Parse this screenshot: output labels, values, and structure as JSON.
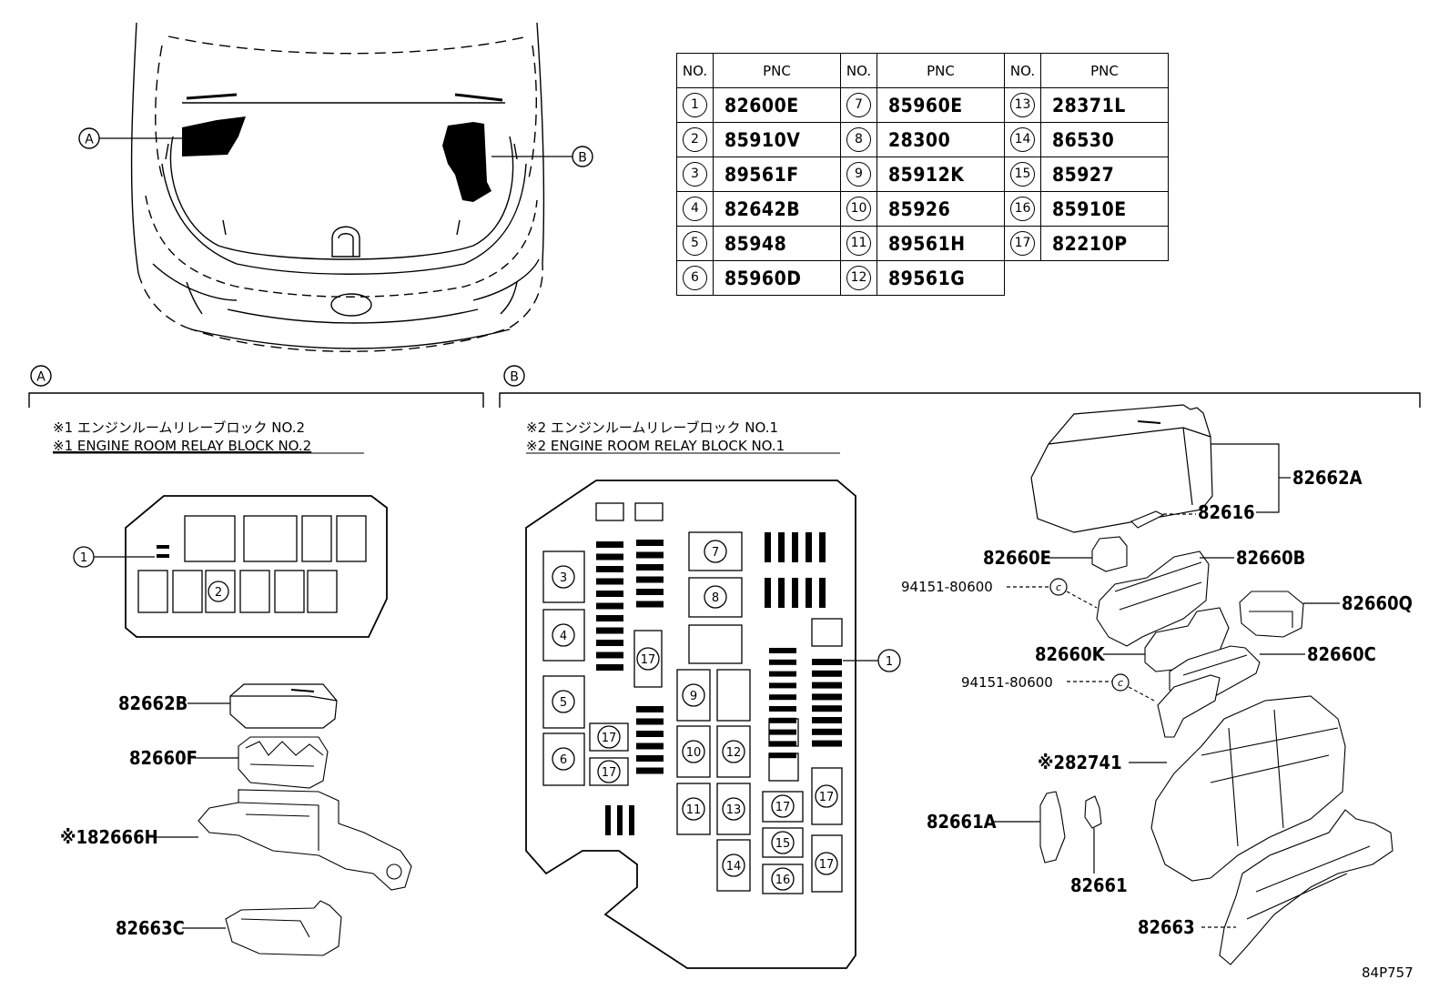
{
  "callouts": {
    "a": "A",
    "b": "B"
  },
  "table": {
    "header_no": "NO.",
    "header_pnc": "PNC",
    "columns": [
      [
        {
          "no": "1",
          "pnc": "82600E"
        },
        {
          "no": "2",
          "pnc": "85910V"
        },
        {
          "no": "3",
          "pnc": "89561F"
        },
        {
          "no": "4",
          "pnc": "82642B"
        },
        {
          "no": "5",
          "pnc": "85948"
        },
        {
          "no": "6",
          "pnc": "85960D"
        }
      ],
      [
        {
          "no": "7",
          "pnc": "85960E"
        },
        {
          "no": "8",
          "pnc": "28300"
        },
        {
          "no": "9",
          "pnc": "85912K"
        },
        {
          "no": "10",
          "pnc": "85926"
        },
        {
          "no": "11",
          "pnc": "89561H"
        },
        {
          "no": "12",
          "pnc": "89561G"
        }
      ],
      [
        {
          "no": "13",
          "pnc": "28371L"
        },
        {
          "no": "14",
          "pnc": "86530"
        },
        {
          "no": "15",
          "pnc": "85927"
        },
        {
          "no": "16",
          "pnc": "85910E"
        },
        {
          "no": "17",
          "pnc": "82210P"
        }
      ]
    ]
  },
  "section_a": {
    "title_jp": "※1 エンジンルームリレーブロック NO.2",
    "title_en": "※1 ENGINE ROOM RELAY BLOCK NO.2",
    "block_marks": {
      "m1": "1",
      "m2": "2"
    },
    "parts": {
      "p1": "82662B",
      "p2": "82660F",
      "p3_mark": "※1",
      "p3": "82666H",
      "p4": "82663C"
    }
  },
  "section_b": {
    "title_jp": "※2 エンジンルームリレーブロック NO.1",
    "title_en": "※2 ENGINE ROOM RELAY BLOCK NO.1",
    "block_marks": {
      "m3": "3",
      "m4": "4",
      "m5": "5",
      "m6": "6",
      "m7": "7",
      "m8": "8",
      "m9": "9",
      "m10": "10",
      "m11": "11",
      "m12": "12",
      "m13": "13",
      "m14": "14",
      "m15": "15",
      "m16": "16",
      "m17": "17",
      "m1": "1"
    },
    "parts": {
      "p82662A": "82662A",
      "p82616": "82616",
      "p82660E": "82660E",
      "p82660B": "82660B",
      "p94151a": "94151-80600",
      "p82660Q": "82660Q",
      "p82660K": "82660K",
      "p82660C": "82660C",
      "p94151b": "94151-80600",
      "p82741_mark": "※2",
      "p82741": "82741",
      "p82661A": "82661A",
      "p82661": "82661",
      "p82663": "82663",
      "clip": "c"
    }
  },
  "diagram_id": "84P757"
}
